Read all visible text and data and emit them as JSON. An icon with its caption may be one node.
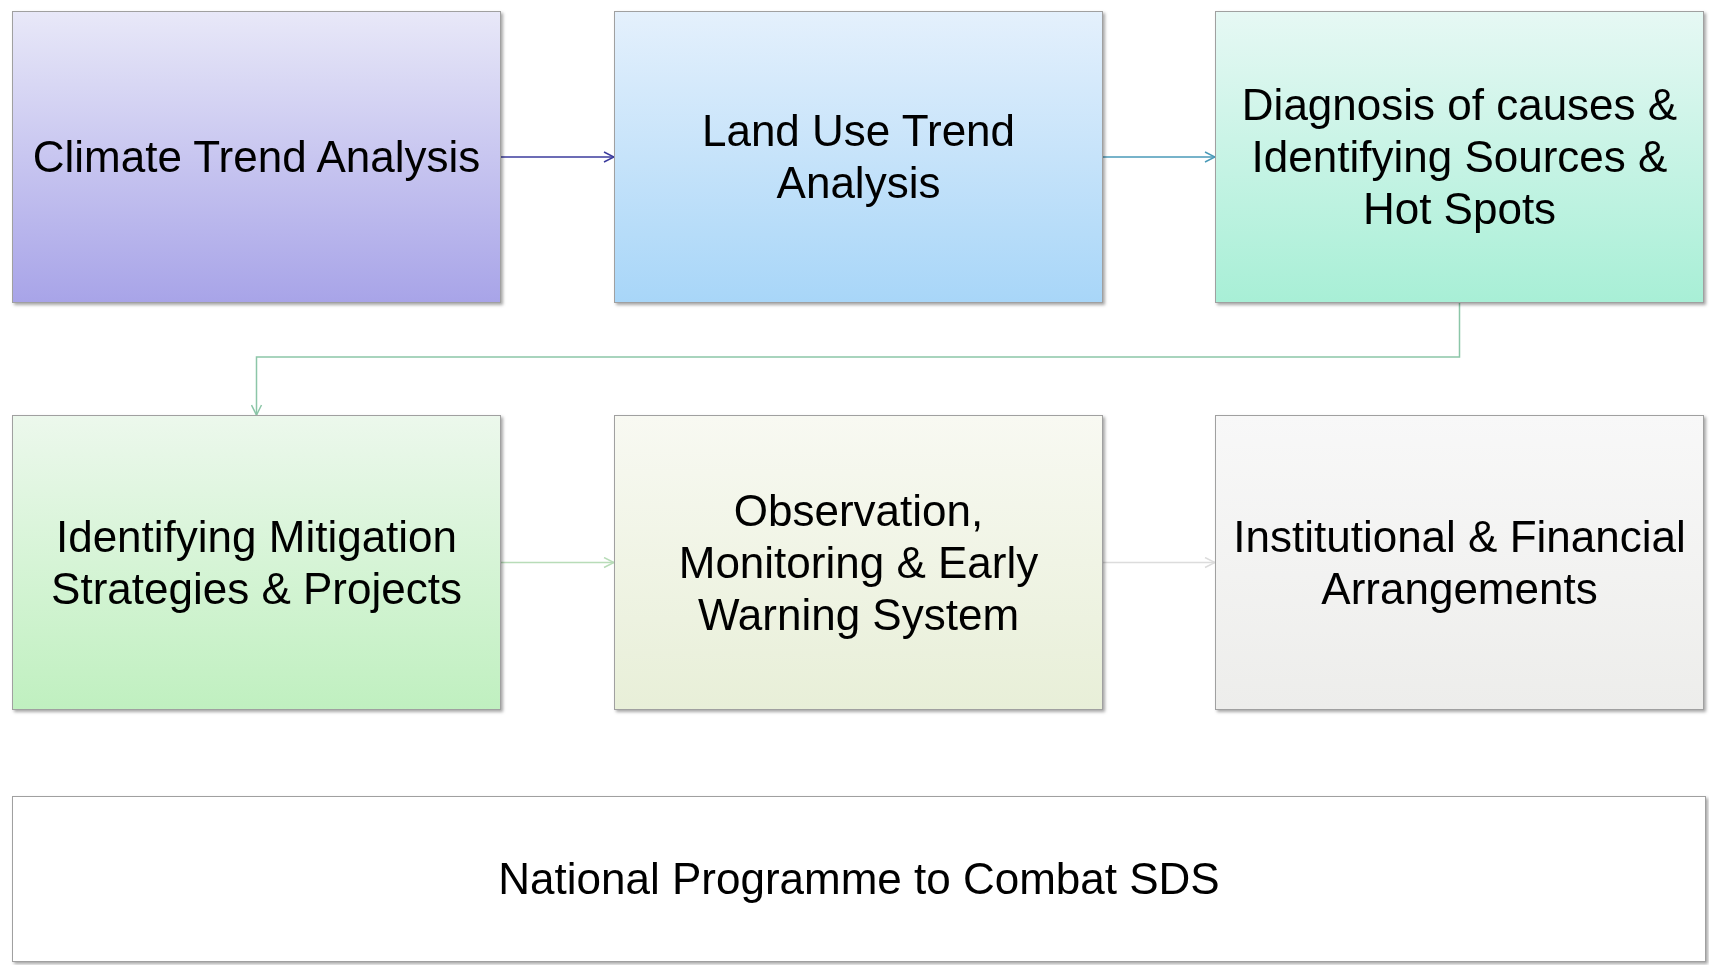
{
  "diagram": {
    "nodes": [
      {
        "text": [
          "Climate Trend Analysis"
        ]
      },
      {
        "text": [
          "Land Use Trend Analysis"
        ]
      },
      {
        "text": [
          "Diagnosis of causes & Identifying Sources & Hot Spots"
        ]
      },
      {
        "text": [
          "Identifying Mitigation Strategies & Projects"
        ]
      },
      {
        "text": [
          "Observation, Monitoring  & Early Warning System"
        ]
      },
      {
        "text": [
          "Institutional & Financial Arrangements"
        ]
      },
      {
        "text": [
          "National Programme to Combat SDS"
        ]
      }
    ],
    "edges": [
      {
        "from": 0,
        "to": 1,
        "arrow": "to",
        "color": "#3b3b9c"
      },
      {
        "from": 1,
        "to": 2,
        "arrow": "to",
        "color": "#4a9ab8"
      },
      {
        "from": 2,
        "to": 3,
        "arrow": "to",
        "color": "#8cc6a8"
      },
      {
        "from": 3,
        "to": 4,
        "arrow": "to",
        "color": "#b8dcb8"
      },
      {
        "from": 4,
        "to": 5,
        "arrow": "to",
        "color": "#dcdcdc"
      }
    ]
  }
}
